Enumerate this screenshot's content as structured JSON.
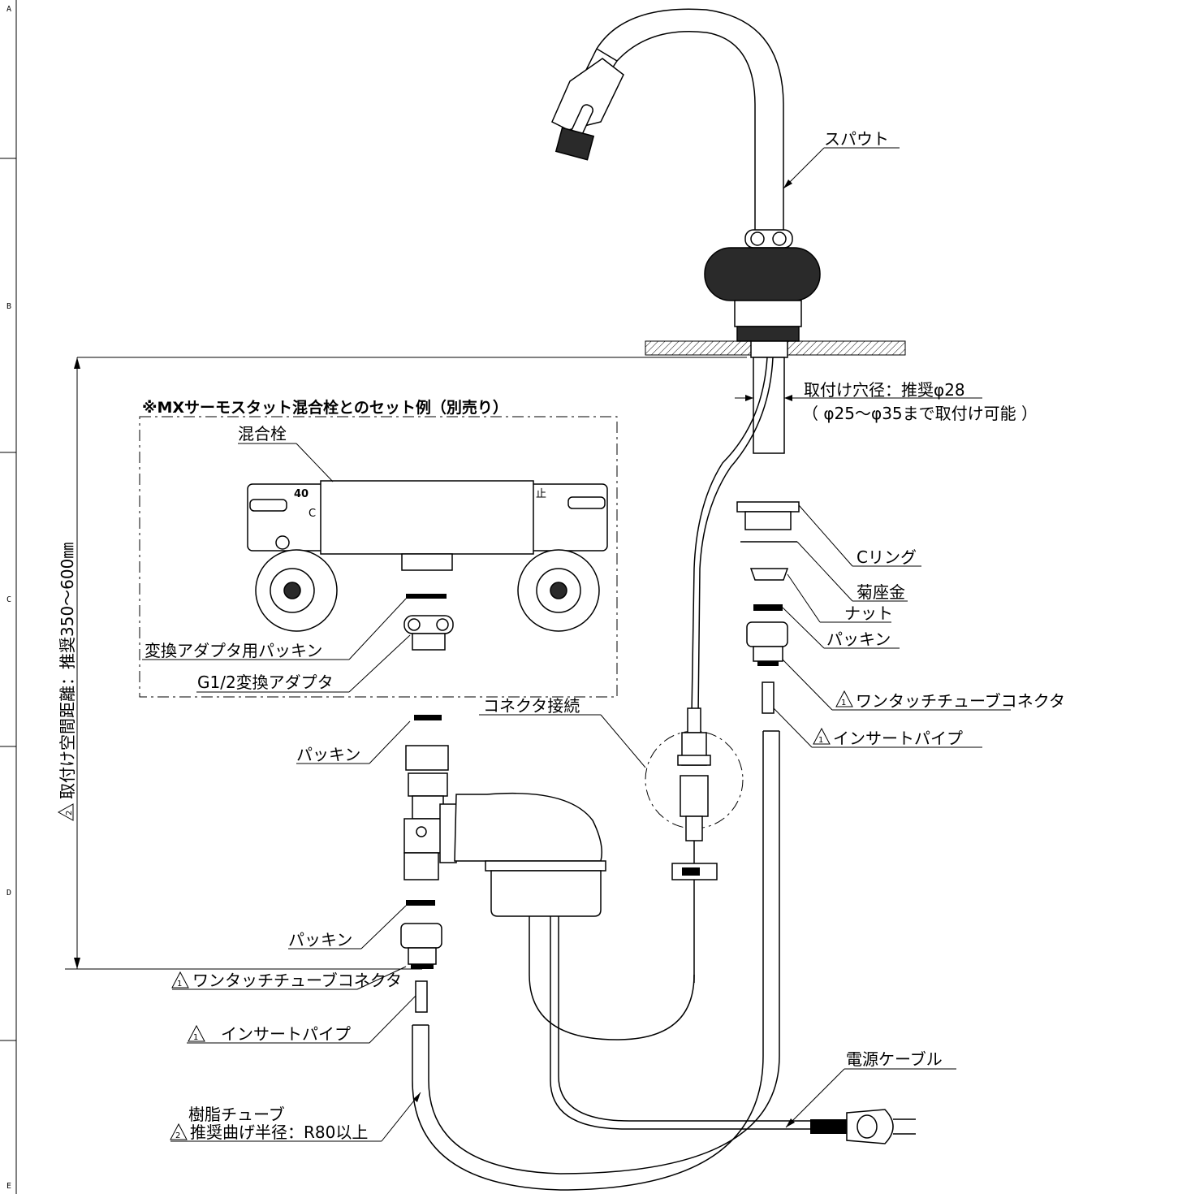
{
  "border_letters": [
    "A",
    "B",
    "C",
    "D",
    "E"
  ],
  "labels": {
    "spout": "スパウト",
    "hole_diameter": "取付け穴径：推奨φ28",
    "hole_range": "（ φ25～φ35まで取付け可能 ）",
    "c_ring": "Cリング",
    "washer": "菊座金",
    "nut": "ナット",
    "packing_right": "パッキン",
    "one_touch_right": "ワンタッチチューブコネクタ",
    "insert_pipe_right": "インサートパイプ",
    "connector": "コネクタ接続",
    "set_example": "※MXサーモスタット混合栓とのセット例（別売り）",
    "mixing_valve": "混合栓",
    "adapter_packing": "変換アダプタ用パッキン",
    "adapter": "G1/2変換アダプタ",
    "packing_top": "パッキン",
    "packing_bottom": "パッキン",
    "one_touch_left": "ワンタッチチューブコネクタ",
    "insert_pipe_left": "インサートパイプ",
    "resin_tube": "樹脂チューブ",
    "bend_radius": "推奨曲げ半径：R80以上",
    "power_cable": "電源ケーブル",
    "install_distance": "取付け空間距離：推奨350～600㎜",
    "revision_1": "1",
    "revision_2": "2"
  },
  "valve_marks": {
    "temp": "40",
    "cold": "C",
    "stop": "止"
  }
}
